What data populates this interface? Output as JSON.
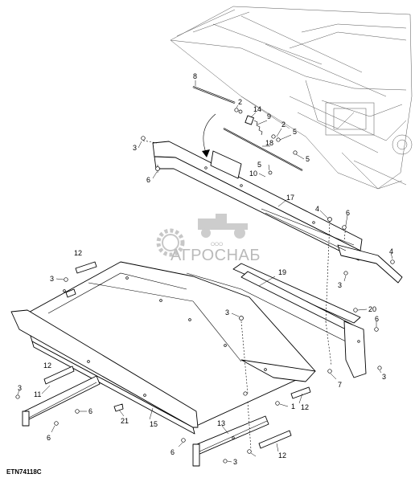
{
  "figure_id": "ETN74118C",
  "watermark": {
    "company_small": "ООО",
    "company_name": "АГРОСНАБ"
  },
  "callouts": [
    {
      "id": "c-8",
      "text": "8"
    },
    {
      "id": "c-2a",
      "text": "2"
    },
    {
      "id": "c-14",
      "text": "14"
    },
    {
      "id": "c-9",
      "text": "9"
    },
    {
      "id": "c-2b",
      "text": "2"
    },
    {
      "id": "c-5a",
      "text": "5"
    },
    {
      "id": "c-18",
      "text": "18"
    },
    {
      "id": "c-5b",
      "text": "5"
    },
    {
      "id": "c-3a",
      "text": "3"
    },
    {
      "id": "c-5c",
      "text": "5"
    },
    {
      "id": "c-10",
      "text": "10"
    },
    {
      "id": "c-6a",
      "text": "6"
    },
    {
      "id": "c-17",
      "text": "17"
    },
    {
      "id": "c-4a",
      "text": "4"
    },
    {
      "id": "c-6b",
      "text": "6"
    },
    {
      "id": "c-12a",
      "text": "12"
    },
    {
      "id": "c-4b",
      "text": "4"
    },
    {
      "id": "c-3b",
      "text": "3"
    },
    {
      "id": "c-19",
      "text": "19"
    },
    {
      "id": "c-3c",
      "text": "3"
    },
    {
      "id": "c-3d",
      "text": "3"
    },
    {
      "id": "c-20",
      "text": "20"
    },
    {
      "id": "c-6c",
      "text": "6"
    },
    {
      "id": "c-12b",
      "text": "12"
    },
    {
      "id": "c-3e",
      "text": "3"
    },
    {
      "id": "c-3f",
      "text": "3"
    },
    {
      "id": "c-11",
      "text": "11"
    },
    {
      "id": "c-7",
      "text": "7"
    },
    {
      "id": "c-1",
      "text": "1"
    },
    {
      "id": "c-12c",
      "text": "12"
    },
    {
      "id": "c-6d",
      "text": "6"
    },
    {
      "id": "c-21",
      "text": "21"
    },
    {
      "id": "c-15",
      "text": "15"
    },
    {
      "id": "c-6e",
      "text": "6"
    },
    {
      "id": "c-13",
      "text": "13"
    },
    {
      "id": "c-6f",
      "text": "6"
    },
    {
      "id": "c-12d",
      "text": "12"
    },
    {
      "id": "c-3g",
      "text": "3"
    }
  ]
}
